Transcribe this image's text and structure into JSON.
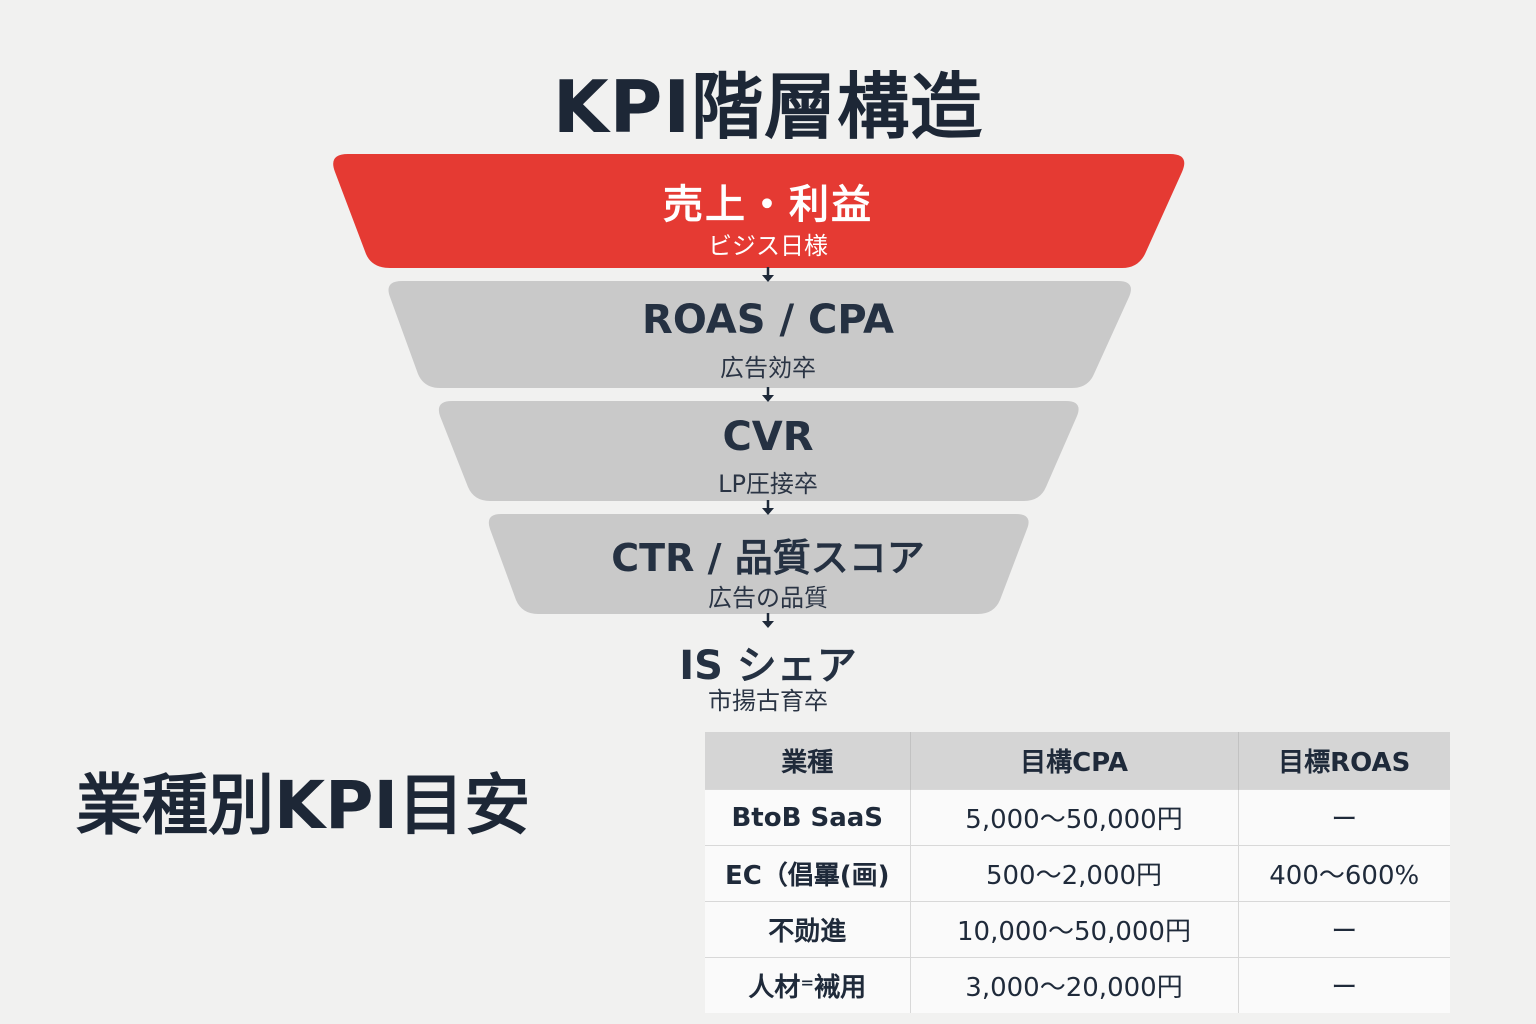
{
  "title": "KPI階層構造",
  "levels": [
    {
      "title": "売上・利益",
      "sub": "ビジス日様",
      "color": "#e53a33"
    },
    {
      "title": "ROAS / CPA",
      "sub": "広告効卒",
      "color": "#c9c9c9"
    },
    {
      "title": "CVR",
      "sub": "LP圧接卒",
      "color": "#c9c9c9"
    },
    {
      "title": "CTR / 品質スコア",
      "sub": "広告の品質",
      "color": "#c9c9c9"
    },
    {
      "title": "IS シェア",
      "sub": "市揚古育卒"
    }
  ],
  "section_title": "業種別KPI目安",
  "table": {
    "headers": [
      "業種",
      "目構CPA",
      "目標ROAS"
    ],
    "rows": [
      [
        "BtoB SaaS",
        "5,000～50,000円",
        "ー"
      ],
      [
        "EC（倡罼(画)",
        "500～2,000円",
        "400～600%"
      ],
      [
        "不勋進",
        "10,000～50,000円",
        "ー"
      ],
      [
        "人材⁼裓用",
        "3,000～20,000円",
        "ー"
      ]
    ]
  },
  "colors": {
    "accent": "#e53a33",
    "level_fill": "#c9c9c9",
    "text": "#1f2a3a",
    "background": "#f1f1f0",
    "header_fill": "#d5d5d5"
  }
}
